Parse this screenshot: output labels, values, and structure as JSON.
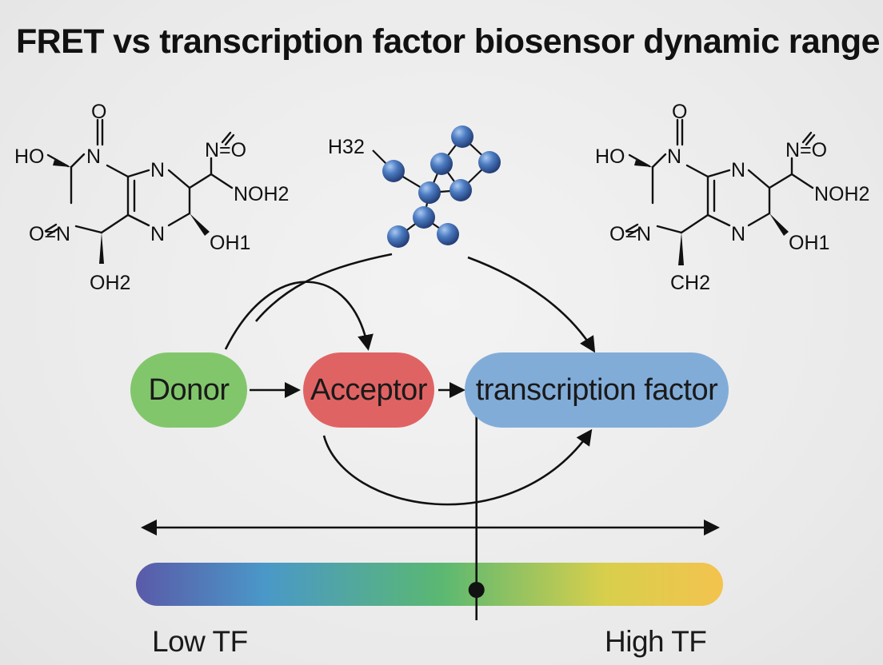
{
  "title": "FRET vs transcription factor biosensor dynamic range",
  "nodes": {
    "donor": "Donor",
    "acceptor": "Acceptor",
    "transcription_factor": "transcription factor"
  },
  "scale": {
    "low_label": "Low TF",
    "high_label": "High TF",
    "gradient_colors": [
      "#5a5aa8",
      "#4a98c8",
      "#5ab872",
      "#d8cf4c",
      "#f3c34e"
    ],
    "marker_level": 0.58
  },
  "molecule_left": {
    "atoms": [
      "O",
      "HO",
      "N",
      "N",
      "N=O",
      "NOH2",
      "O=N",
      "N",
      "OH1",
      "OH2"
    ]
  },
  "molecule_center": {
    "label": "H32"
  },
  "molecule_right": {
    "atoms": [
      "O",
      "HO",
      "N",
      "N",
      "N=O",
      "NOH2",
      "O=N",
      "N",
      "OH1",
      "CH2"
    ]
  },
  "colors": {
    "donor": "#82c66c",
    "acceptor": "#e06363",
    "transcription_factor": "#82acd8",
    "bead": "#4c7cc2"
  }
}
